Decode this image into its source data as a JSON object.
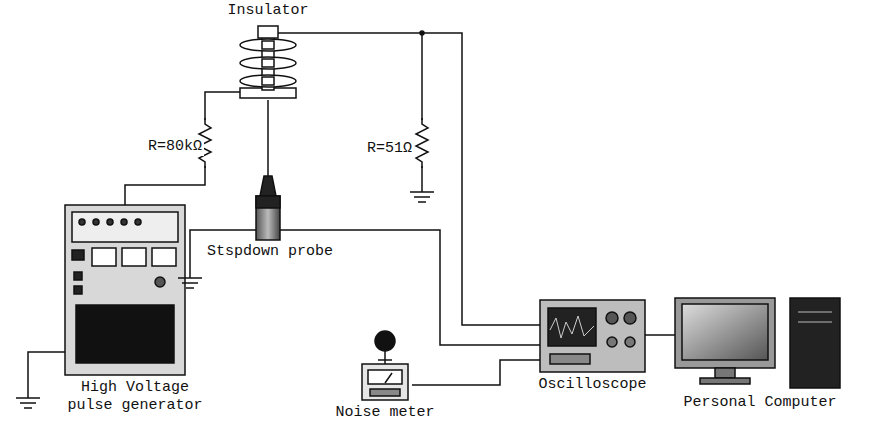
{
  "diagram": {
    "nodes": [
      {
        "text": [
          "Insulator"
        ]
      },
      {
        "text": [
          "High Voltage pulse generator"
        ]
      },
      {
        "text": [
          "Stspdown probe"
        ]
      },
      {
        "text": [
          "Oscilloscope"
        ]
      },
      {
        "text": [
          "Personal Computer"
        ]
      },
      {
        "text": [
          "Noise meter"
        ]
      }
    ],
    "edges": [
      {
        "from": 1,
        "to": 0,
        "arrow": "none",
        "label": "R=80kΩ"
      },
      {
        "from": 0,
        "to": 2,
        "arrow": "none"
      },
      {
        "from": 0,
        "to": 3,
        "arrow": "none"
      },
      {
        "from": 2,
        "to": 3,
        "arrow": "none"
      },
      {
        "from": 5,
        "to": 3,
        "arrow": "none"
      },
      {
        "from": 3,
        "to": 4,
        "arrow": "none"
      }
    ],
    "labels": [
      "R=51Ω"
    ]
  }
}
